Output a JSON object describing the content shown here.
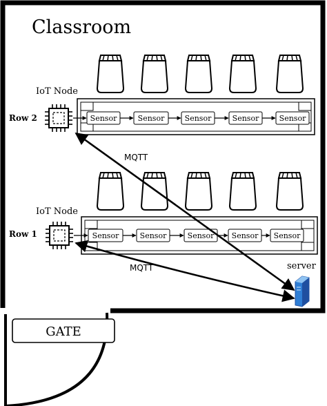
{
  "room": {
    "title": "Classroom"
  },
  "gate": {
    "label": "GATE"
  },
  "rows": [
    {
      "row_label": "Row 2",
      "node_label": "IoT Node",
      "sensors": [
        "Sensor",
        "Sensor",
        "Sensor",
        "Sensor",
        "Sensor"
      ],
      "link_label": "MQTT"
    },
    {
      "row_label": "Row 1",
      "node_label": "IoT Node",
      "sensors": [
        "Sensor",
        "Sensor",
        "Sensor",
        "Sensor",
        "Sensor"
      ],
      "link_label": "MQTT"
    }
  ],
  "server": {
    "label": "server",
    "icon": "server-icon"
  },
  "colors": {
    "line": "#000000",
    "server_blue": "#2f7fd6",
    "server_dark": "#1f4fa0"
  }
}
